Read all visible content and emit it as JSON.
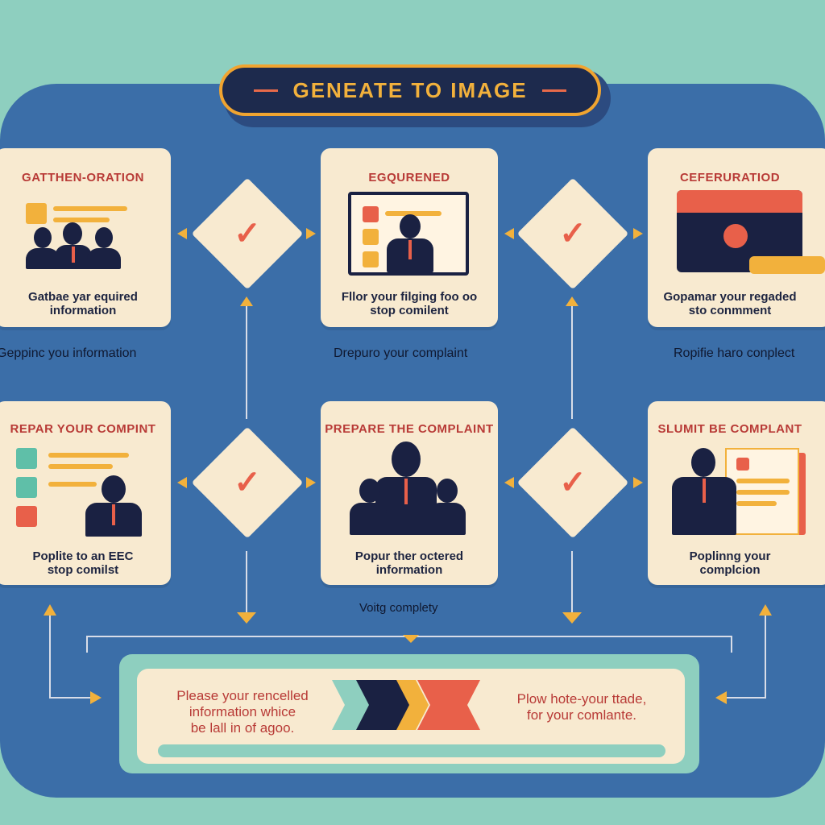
{
  "title": "GENEATE TO  IMAGE",
  "steps_top": [
    {
      "title": "GATTHEN-ORATION",
      "desc_1": "Gatbae yar equired",
      "desc_2": "information",
      "caption": "Geppinc you information"
    },
    {
      "title": "EGQURENED",
      "desc_1": "Fllor your filging foo oo",
      "desc_2": "stop comilent",
      "caption": "Drepuro your complaint"
    },
    {
      "title": "CEFERURATIOD",
      "desc_1": "Gopamar your regaded",
      "desc_2": "sto conmment",
      "caption": "Ropifie  haro conplect"
    }
  ],
  "steps_bottom": [
    {
      "title": "REPAR YOUR COMPINT",
      "desc_1": "Poplite to an EEC",
      "desc_2": "stop comilst"
    },
    {
      "title": "PREPARE THE COMPLAINT",
      "desc_1": "Popur ther octered",
      "desc_2": "information"
    },
    {
      "title": "SLUMIT BE COMPLANT",
      "desc_1": "Poplinng your",
      "desc_2": "complcion"
    }
  ],
  "mid_caption": "Voitg complety",
  "final": {
    "left_1": "Please your rencelled",
    "left_2": "information whice",
    "left_3": "be lall in of agoo.",
    "right_1": "Plow hote-your ttade,",
    "right_2": "for your comlante."
  },
  "colors": {
    "panel": "#3b6ea8",
    "background": "#8ecfbf",
    "card": "#f8ead0",
    "accent_orange": "#f2b13c",
    "accent_red": "#e8604a",
    "navy": "#1a2142"
  }
}
